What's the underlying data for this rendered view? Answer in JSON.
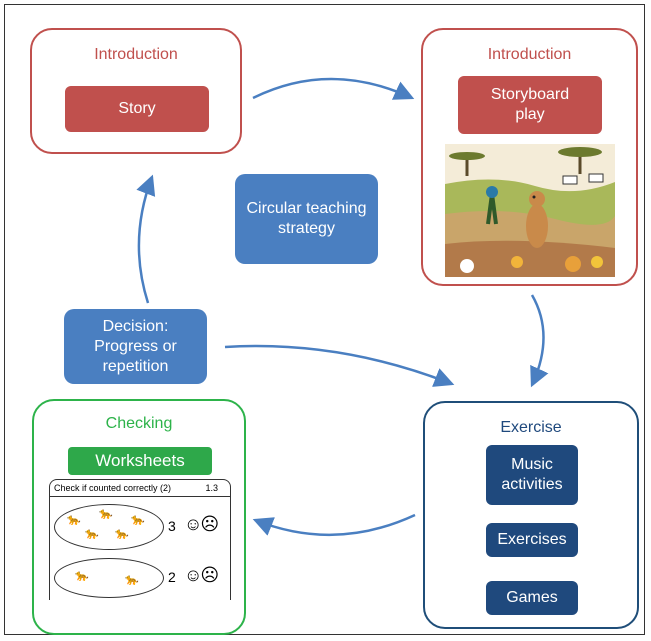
{
  "boxes": {
    "intro_left": {
      "title": "Introduction",
      "pill": "Story"
    },
    "intro_right": {
      "title": "Introduction",
      "pill": "Storyboard play"
    },
    "center": {
      "label": "Circular teaching strategy"
    },
    "decision": {
      "label": "Decision: Progress or repetition"
    },
    "checking": {
      "title": "Checking",
      "pill": "Worksheets",
      "worksheet_title": "Check if counted correctly (2)",
      "worksheet_code": "1.3",
      "row1_count": "3",
      "row2_count": "2"
    },
    "exercise": {
      "title": "Exercise",
      "items": [
        "Music activities",
        "Exercises",
        "Games"
      ]
    }
  },
  "colors": {
    "red": "#c0504d",
    "dark_blue": "#1f497d",
    "mid_blue": "#4a7fc1",
    "green": "#2ea84a",
    "arrow": "#4a7fc1"
  },
  "icons": [
    "meerkat-illustration",
    "smiley-face-icon",
    "sad-face-icon",
    "cheetah-icon"
  ]
}
